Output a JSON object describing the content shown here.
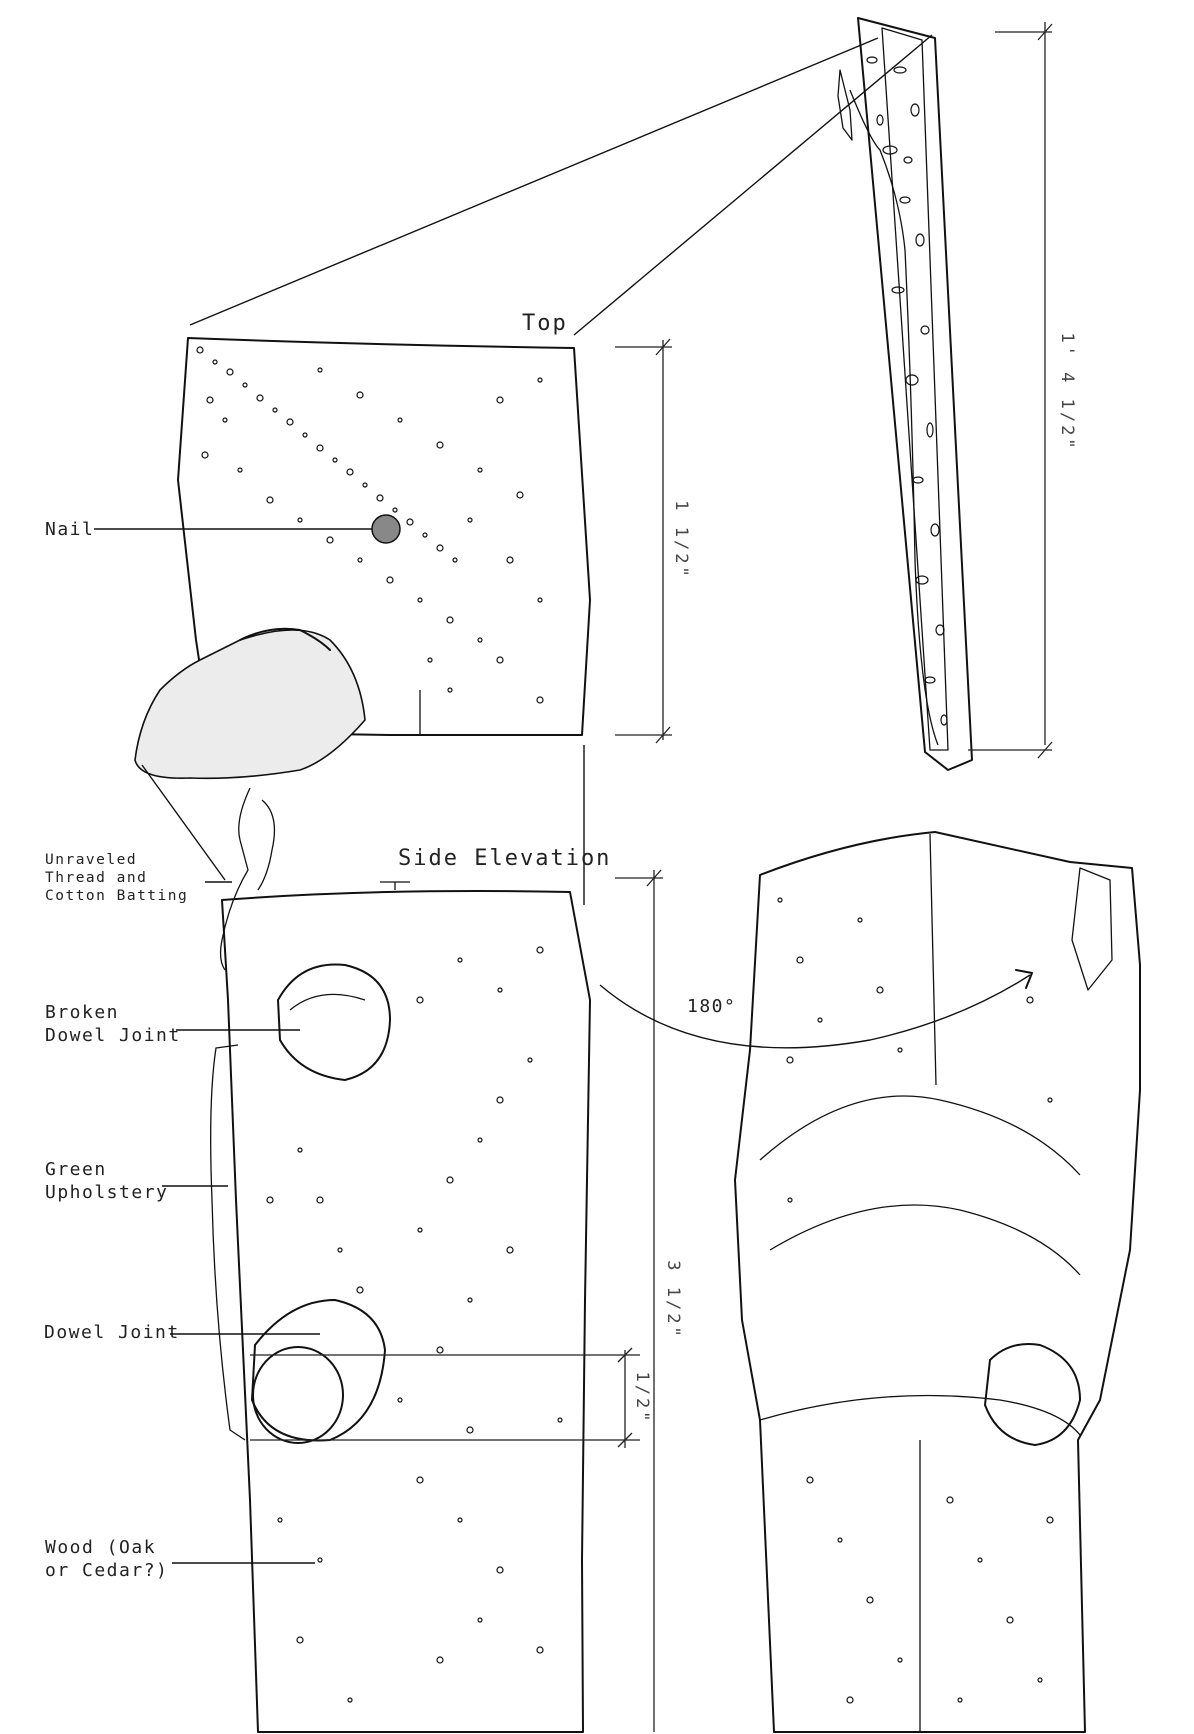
{
  "labels": {
    "top": "Top",
    "side_elevation": "Side Elevation",
    "nail": "Nail",
    "unraveled_line1": "Unraveled",
    "unraveled_line2": "Thread and",
    "unraveled_line3": "Cotton Batting",
    "broken_dowel_line1": "Broken",
    "broken_dowel_line2": "Dowel Joint",
    "green_upholstery_line1": "Green",
    "green_upholstery_line2": "Upholstery",
    "dowel_joint": "Dowel Joint",
    "wood_line1": "Wood (Oak",
    "wood_line2": "or Cedar?)",
    "rotation": "180°"
  },
  "dimensions": {
    "overall_length": "1' 4 1/2\"",
    "top_width": "1 1/2\"",
    "side_width": "3 1/2\"",
    "dowel_diameter": "1/2\""
  },
  "colors": {
    "ink": "#111111",
    "shade": "#ececec",
    "background": "#ffffff"
  }
}
